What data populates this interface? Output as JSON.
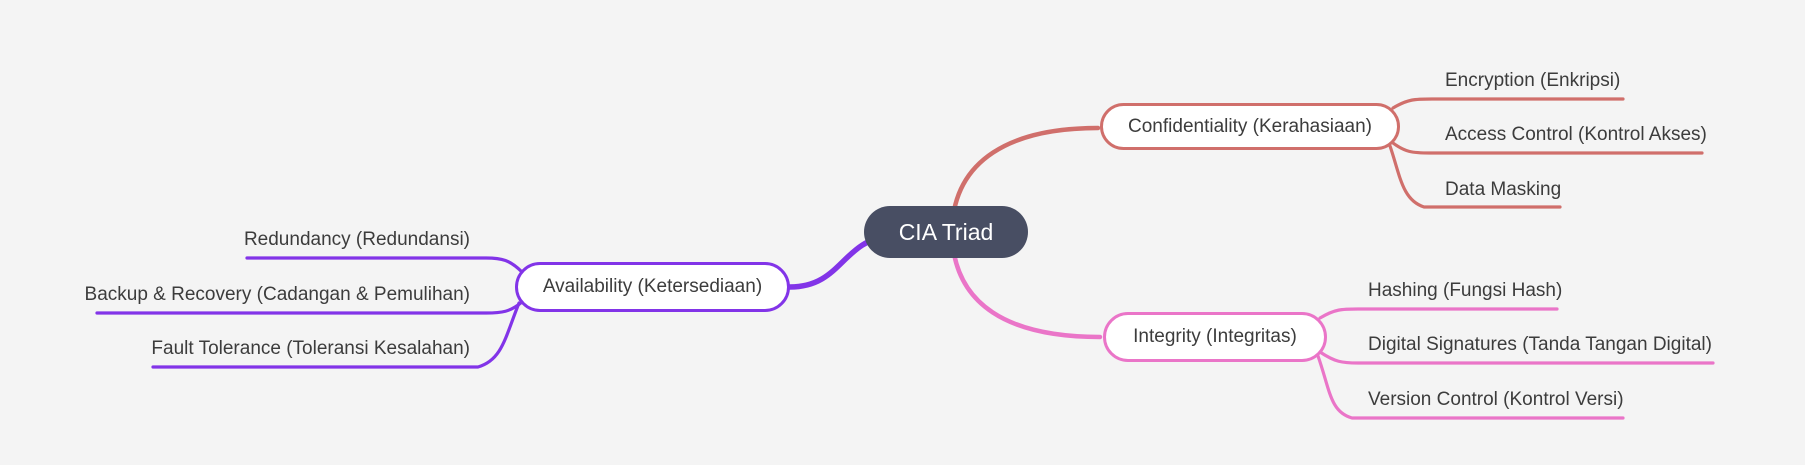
{
  "colors": {
    "background": "#f4f4f4",
    "node_fill": "#ffffff",
    "root_fill": "#484e63",
    "root_text": "#ffffff",
    "text": "#3c3c3c",
    "confidentiality": "#d06f6b",
    "integrity": "#ea75c8",
    "availability": "#8234e8"
  },
  "root": {
    "label": "CIA Triad"
  },
  "branches": {
    "confidentiality": {
      "label": "Confidentiality (Kerahasiaan)",
      "children": {
        "encryption": "Encryption (Enkripsi)",
        "access_control": "Access Control (Kontrol Akses)",
        "data_masking": "Data Masking"
      }
    },
    "integrity": {
      "label": "Integrity (Integritas)",
      "children": {
        "hashing": "Hashing (Fungsi Hash)",
        "digital_signatures": "Digital Signatures (Tanda Tangan Digital)",
        "version_control": "Version Control (Kontrol Versi)"
      }
    },
    "availability": {
      "label": "Availability (Ketersediaan)",
      "children": {
        "redundancy": "Redundancy (Redundansi)",
        "backup_recovery": "Backup & Recovery (Cadangan & Pemulihan)",
        "fault_tolerance": "Fault Tolerance (Toleransi Kesalahan)"
      }
    }
  }
}
